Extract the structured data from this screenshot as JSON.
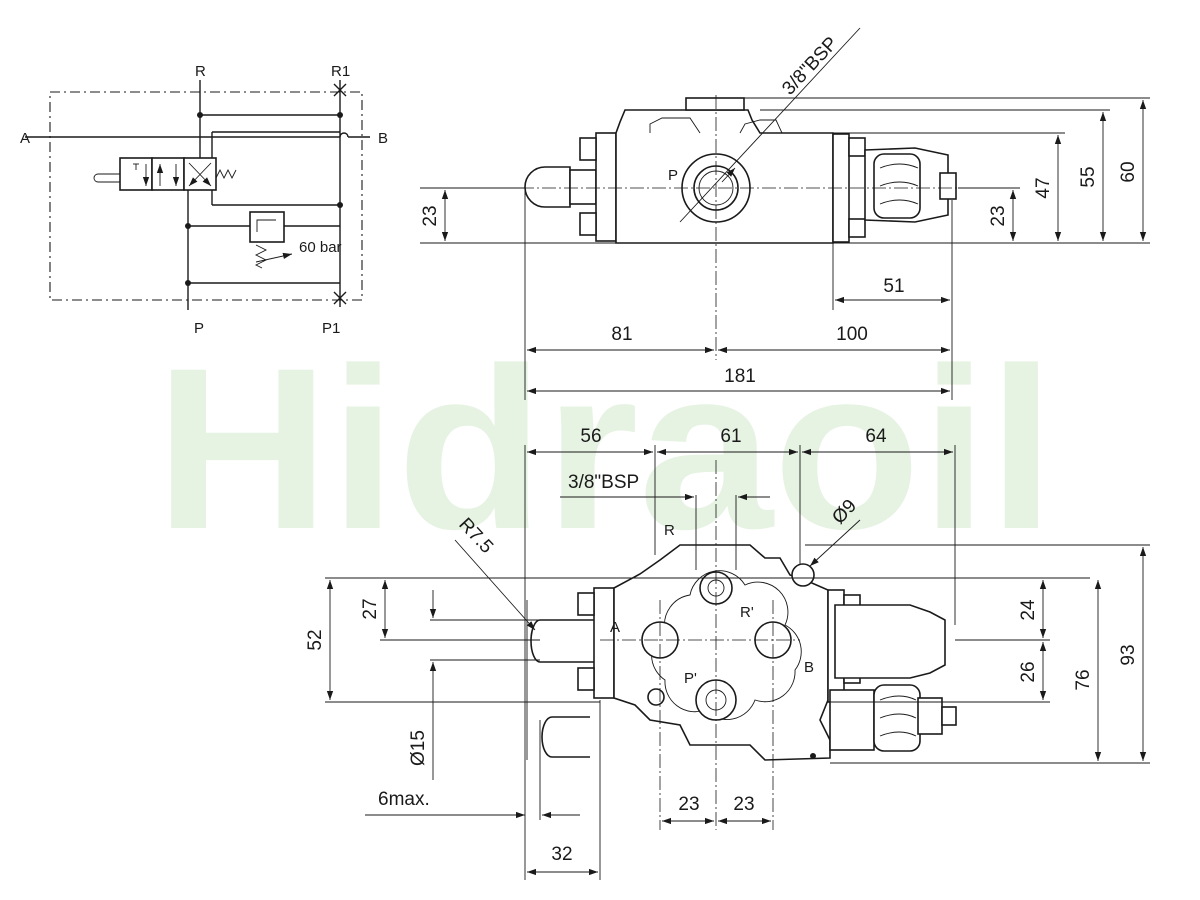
{
  "watermark": {
    "brand": "Hidraoil",
    "color": "#e6f3e3"
  },
  "schematic": {
    "ports": {
      "r": "R",
      "r1": "R1",
      "a": "A",
      "b": "B",
      "p": "P",
      "p1": "P1"
    },
    "relief_setting": "60 bar"
  },
  "top_view": {
    "port_label_p": "P",
    "thread_callout": "3/8\"BSP",
    "dims": {
      "left_height": "23",
      "right_height": "23",
      "h47": "47",
      "h55": "55",
      "h60": "60",
      "w51": "51",
      "w81": "81",
      "w100": "100",
      "w181": "181"
    }
  },
  "front_view": {
    "ports": {
      "r": "R",
      "a": "A",
      "b": "B",
      "r_prime": "R'",
      "p_prime": "P'"
    },
    "thread_callout": "3/8\"BSP",
    "radius_callout": "R7.5",
    "hole_callout": "Ø9",
    "spool_diameter": "Ø15",
    "stroke_note": "6max.",
    "dims": {
      "w56": "56",
      "w61": "61",
      "w64": "64",
      "h27": "27",
      "h52": "52",
      "h24": "24",
      "h26": "26",
      "h76": "76",
      "h93": "93",
      "w23_left": "23",
      "w23_right": "23",
      "w32": "32"
    }
  }
}
